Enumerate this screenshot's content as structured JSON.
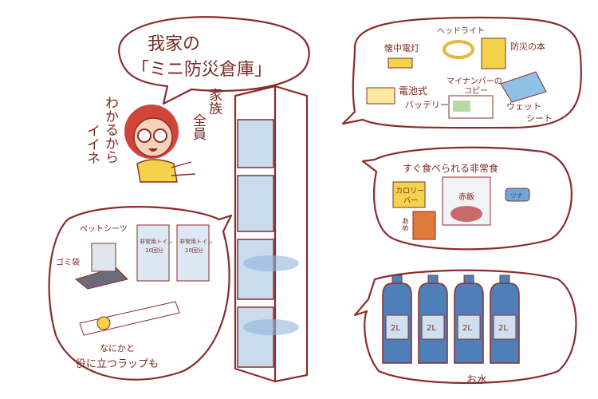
{
  "title": {
    "line1": "我家の",
    "line2": "「ミニ防災倉庫」"
  },
  "side_text": {
    "col1": "家族",
    "col2": "全員",
    "col3": "わかるから",
    "col4": "イイネ"
  },
  "bubble_tools": {
    "flashlight": "懐中電灯",
    "headlight": "ヘッドライト",
    "book": "防災の本",
    "battery_line1": "電池式",
    "battery_line2": "バッテリー",
    "mynumber_line1": "マイナンバーの",
    "mynumber_line2": "コピー",
    "wet_line1": "ウェット",
    "wet_line2": "シート"
  },
  "bubble_food": {
    "heading": "すぐ食べられる非常食",
    "calorie_bar_line1": "カロリー",
    "calorie_bar_line2": "バー",
    "candy": "あめ",
    "sekihan": "赤飯",
    "can": "ツナ"
  },
  "bubble_misc": {
    "pet_sheets": "ペットシーツ",
    "garbage_bags": "ゴミ袋",
    "toilet_line1": "非常用トイレ",
    "toilet_line2": "10回分",
    "wrap_line1": "なにかと",
    "wrap_line2": "役に立つラップも"
  },
  "bubble_water": {
    "bottle_label": "2L",
    "caption": "お水"
  },
  "colors": {
    "outline": "#8a2c2a",
    "water": "#4f7fb8",
    "yellow": "#f2d34a",
    "shelf": "#c9dcee"
  }
}
